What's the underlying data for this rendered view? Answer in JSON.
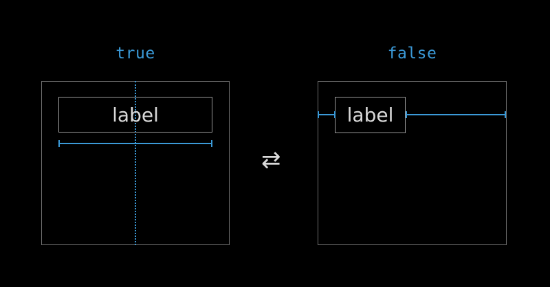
{
  "left_panel": {
    "title": "true",
    "label": "label"
  },
  "right_panel": {
    "title": "false",
    "label": "label"
  },
  "arrow": {
    "symbol": "⇄",
    "icon_name": "swap-arrows-icon"
  },
  "colors": {
    "accent_blue": "#3b9ad8",
    "outer_box_border": "#6f6f6f",
    "label_box_border": "#9b9b9b",
    "label_text": "#d9d9d9",
    "background": "#000000"
  }
}
